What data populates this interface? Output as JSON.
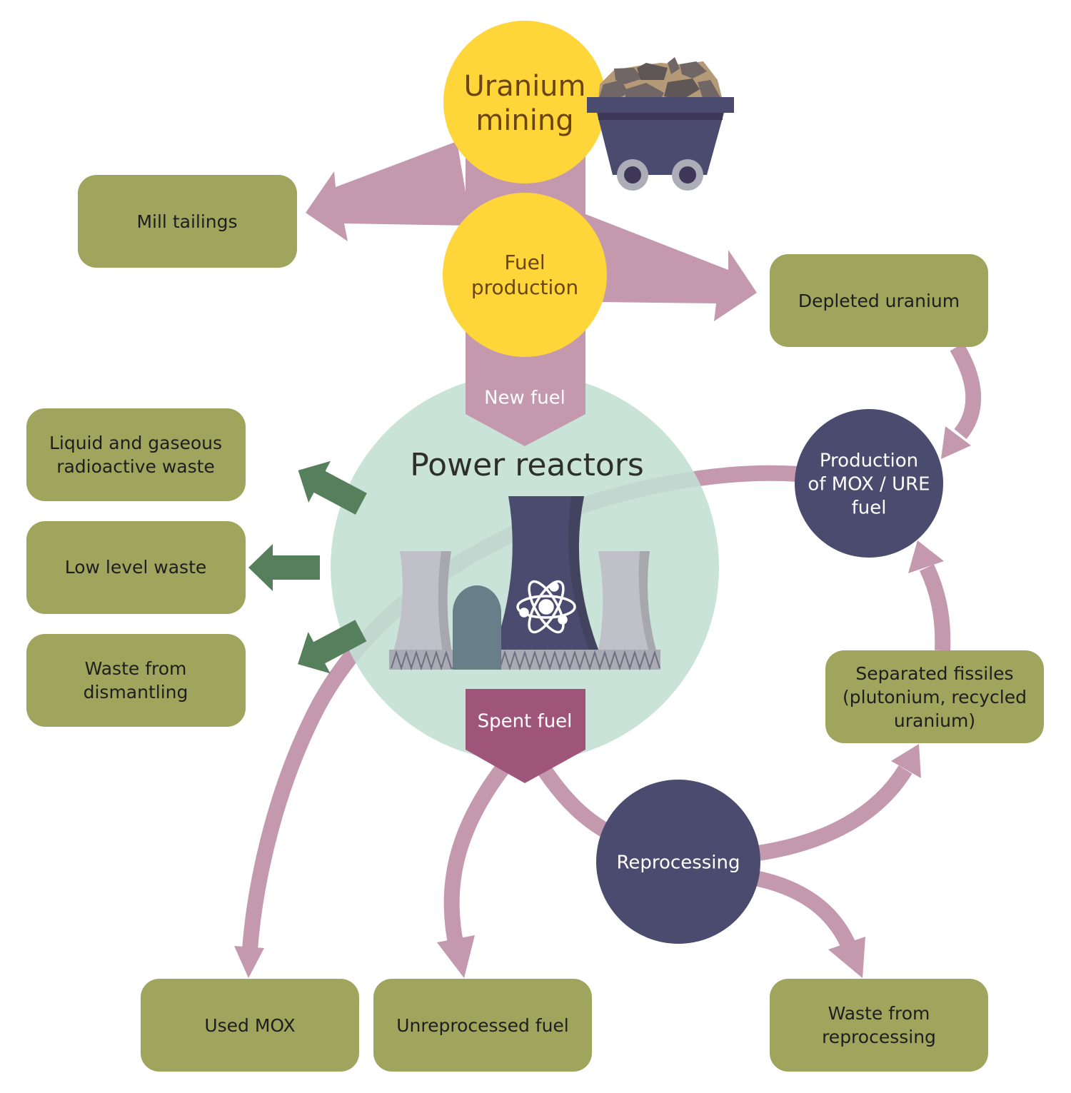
{
  "colors": {
    "box": "#9fa55d",
    "flow": "#c499ae",
    "yellow": "#fed63a",
    "dark": "#4a4b6e",
    "reactor": "#c2dfd4",
    "spent": "#9e5579",
    "waste_arrow": "#567f5b"
  },
  "nodes": {
    "uranium_mining": [
      "Uranium",
      "mining"
    ],
    "fuel_production": [
      "Fuel",
      "production"
    ],
    "power_reactors": "Power reactors",
    "new_fuel": "New fuel",
    "spent_fuel": "Spent fuel",
    "mox_production": [
      "Production",
      "of MOX / URE",
      "fuel"
    ],
    "reprocessing": "Reprocessing"
  },
  "boxes": {
    "mill_tailings": [
      "Mill tailings"
    ],
    "depleted_uranium": [
      "Depleted uranium"
    ],
    "liquid_gaseous": [
      "Liquid and gaseous",
      "radioactive waste"
    ],
    "low_level": [
      "Low level waste"
    ],
    "dismantling": [
      "Waste from",
      "dismantling"
    ],
    "separated_fissiles": [
      "Separated fissiles",
      "(plutonium, recycled",
      "uranium)"
    ],
    "used_mox": [
      "Used MOX"
    ],
    "unreprocessed": [
      "Unreprocessed fuel"
    ],
    "reprocessing_waste": [
      "Waste from",
      "reprocessing"
    ]
  },
  "icons": [
    "mine-cart-icon",
    "nuclear-plant-icon",
    "atom-icon"
  ]
}
